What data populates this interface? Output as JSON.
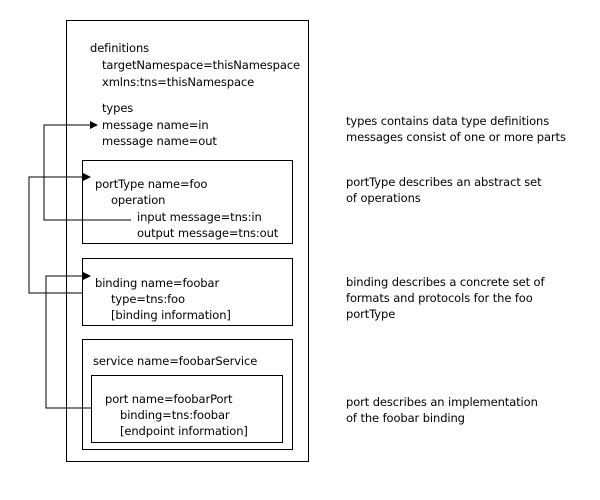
{
  "definitions": {
    "label": "definitions",
    "target_namespace": "targetNamespace=thisNamespace",
    "xmlns": "xmlns:tns=thisNamespace"
  },
  "types": {
    "label": "types",
    "message_in": "message name=in",
    "message_out": "message name=out"
  },
  "port_type": {
    "label": "portType name=foo",
    "operation": "operation",
    "input": "input message=tns:in",
    "output": "output message=tns:out"
  },
  "binding": {
    "label": "binding name=foobar",
    "type": "type=tns:foo",
    "info": "[binding information]"
  },
  "service": {
    "label": "service name=foobarService",
    "port": {
      "label": "port name=foobarPort",
      "binding": "binding=tns:foobar",
      "info": "[endpoint information]"
    }
  },
  "notes": {
    "types_line1": "types contains data type definitions",
    "types_line2": "messages consist of one or more parts",
    "porttype_line1": "portType describes an abstract set",
    "porttype_line2": "of operations",
    "binding_line1": "binding describes a concrete set of",
    "binding_line2": "formats and protocols for the foo",
    "binding_line3": "portType",
    "port_line1": "port describes an implementation",
    "port_line2": "of the foobar binding"
  },
  "colors": {
    "line": "#000000",
    "background": "#ffffff"
  }
}
